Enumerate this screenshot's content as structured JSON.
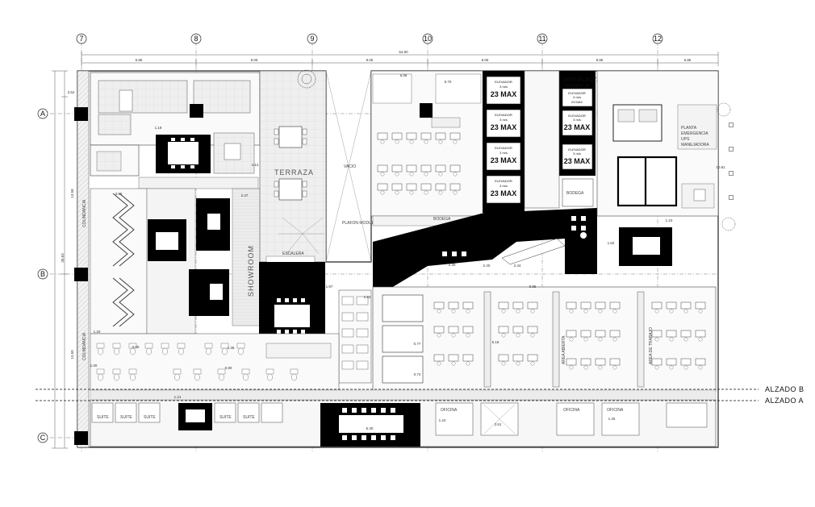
{
  "grid": {
    "columns": [
      "7",
      "8",
      "9",
      "10",
      "11",
      "12"
    ],
    "rows": [
      "A",
      "B",
      "C"
    ]
  },
  "dimensions": {
    "overall": "54.90",
    "spans": [
      "6.86",
      "9.06",
      "9.06",
      "9.06",
      "9.86",
      "6.86"
    ],
    "left_side": [
      "3.52",
      "13.58",
      "30.63",
      "13.50"
    ],
    "right_side": "10.81"
  },
  "labels": {
    "colindancia_top": "COLINDANCIA",
    "colindancia_bottom": "COLINDANCIA",
    "terraza": "TERRAZA",
    "showroom": "SHOWROOM",
    "vacio": "VACIO",
    "escalera": "ESCALERA",
    "bodega": "BODEGA",
    "bodega2": "BODEGA",
    "planta": "PLANTA",
    "planta_sub": "EMERGENCIA",
    "planta_sub2": "UPS",
    "planta_sub3": "MANEJADORA",
    "plafon": "PLAFON MODULAR 1.22 x 0.61",
    "vert_elect": "VERT.ELECT.",
    "torre": "TORRE B",
    "oficina": "OFICINA",
    "suite": "SUITE",
    "area_abierta": "AREA ABIERTA",
    "area_de_trabajo": "AREA DE TRABAJO"
  },
  "elevators": [
    {
      "title": "ELEVADOR",
      "speed": "3 m/s",
      "capacity": "23 MAX"
    },
    {
      "title": "ELEVADOR",
      "speed": "3 m/s",
      "capacity": "23 MAX"
    },
    {
      "title": "ELEVADOR",
      "speed": "3 m/s",
      "capacity": "23 MAX"
    },
    {
      "title": "ELEVADOR",
      "speed": "3 m/s",
      "capacity": "23 MAX"
    },
    {
      "title": "ELEVADOR",
      "speed": "3 m/s",
      "capacity": "23 MAX"
    },
    {
      "title": "ELEVADOR",
      "speed": "3 m/s",
      "capacity": "23 MAX"
    },
    {
      "title": "ELEVADOR",
      "speed": "3 m/s",
      "capacity": "23 MAX"
    }
  ],
  "sections": {
    "alzado_b": "ALZADO B",
    "alzado_a": "ALZADO A"
  },
  "small_dims": [
    "5.08",
    "5.70",
    "4.12",
    "1.18",
    "3.60",
    "2.37",
    "1.87",
    "1.62",
    "1.23",
    "2.40",
    "2.44",
    "1.20",
    "0.90",
    "0.95",
    "1.60",
    "1.21",
    "1.36",
    "1.00",
    "0.80",
    "2.30",
    "6.18",
    "0.77",
    "0.74",
    "5.30",
    "3.51",
    "1.26",
    "1.24"
  ],
  "colors": {
    "line": "#333333",
    "fill_dark": "#000000",
    "fill_light": "#e4e4e4",
    "background": "#ffffff"
  }
}
